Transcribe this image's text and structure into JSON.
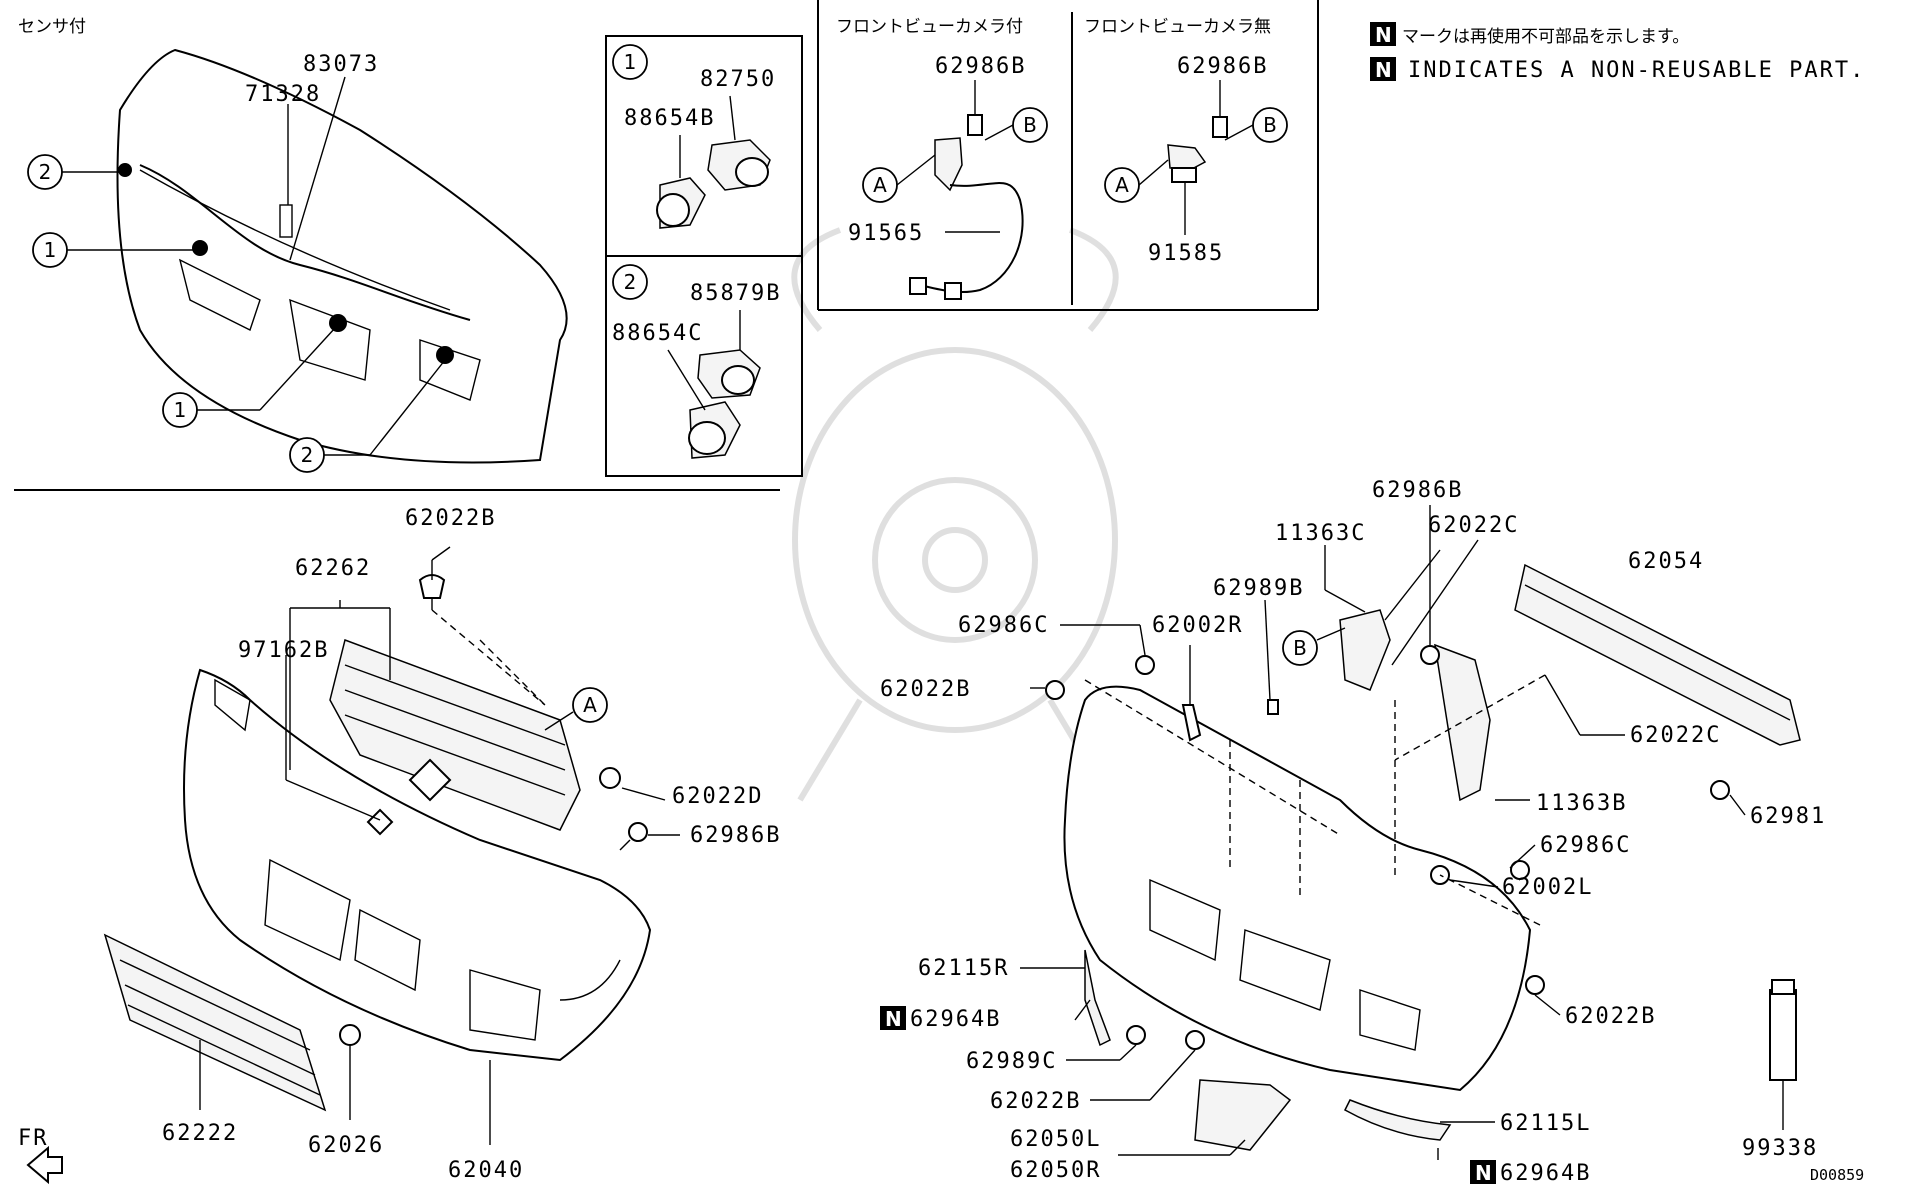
{
  "sections": {
    "sensor": {
      "title": "センサ付"
    },
    "front_camera_with": {
      "title": "フロントビューカメラ付"
    },
    "front_camera_without": {
      "title": "フロントビューカメラ無"
    }
  },
  "legend": {
    "badge": "N",
    "jp": "マークは再使用不可部品を示します。",
    "en": "INDICATES A NON-REUSABLE PART."
  },
  "callouts": {
    "one": "1",
    "two": "2",
    "a": "A",
    "b": "B"
  },
  "parts": {
    "p83073": "83073",
    "p71328": "71328",
    "p82750": "82750",
    "p88654B": "88654B",
    "p85879B": "85879B",
    "p88654C": "88654C",
    "cam_62986B": "62986B",
    "cam_91565": "91565",
    "nocam_62986B": "62986B",
    "nocam_91585": "91585",
    "l_62022B": "62022B",
    "l_62262": "62262",
    "l_97162B": "97162B",
    "l_62022D": "62022D",
    "l_62986B": "62986B",
    "l_62222": "62222",
    "l_62026": "62026",
    "l_62040": "62040",
    "r_62986B": "62986B",
    "r_11363C": "11363C",
    "r_62022C_top": "62022C",
    "r_62989B": "62989B",
    "r_62054": "62054",
    "r_62986C_top": "62986C",
    "r_62002R": "62002R",
    "r_62022B_left": "62022B",
    "r_62022C_right": "62022C",
    "r_11363B": "11363B",
    "r_62981": "62981",
    "r_62986C_mid": "62986C",
    "r_62002L": "62002L",
    "r_62115R": "62115R",
    "r_62964B_left": "62964B",
    "r_62989C": "62989C",
    "r_62022B_bottom": "62022B",
    "r_62022B_right": "62022B",
    "r_62050L": "62050L",
    "r_62050R": "62050R",
    "r_62115L": "62115L",
    "r_62964B_bottom": "62964B",
    "r_99338": "99338"
  },
  "fr_label": "FR",
  "diagram_code": "D00859"
}
